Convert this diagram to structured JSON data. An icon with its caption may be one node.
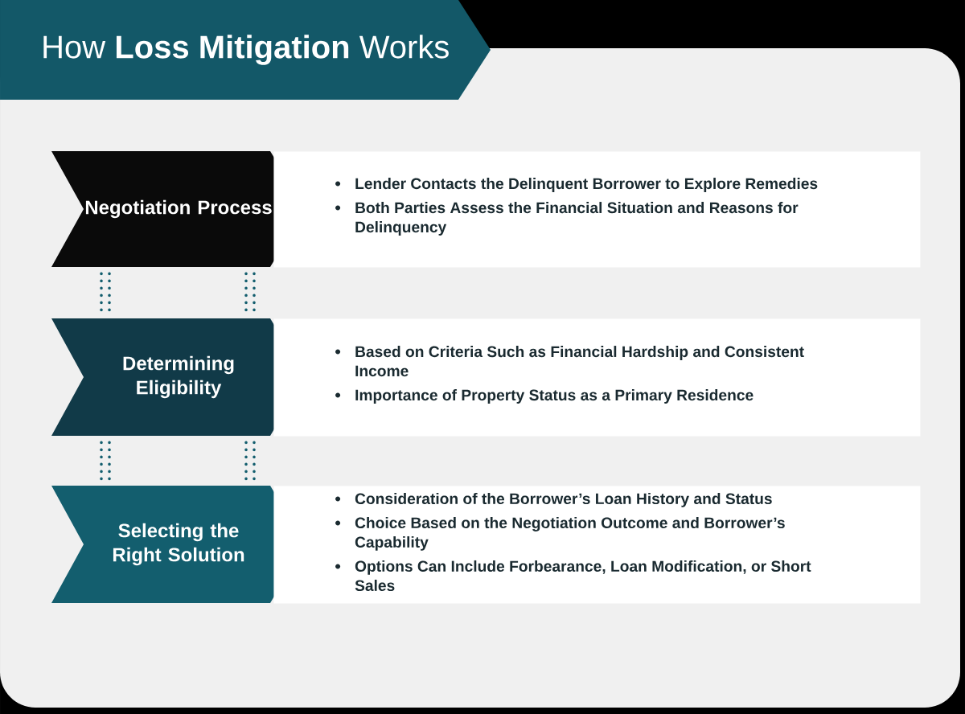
{
  "diagram": {
    "title": "How **Loss Mitigation** Works",
    "nodes": [
      {
        "text": [
          "Negotiation Process"
        ]
      },
      {
        "text": [
          "Lender Contacts the Delinquent Borrower to Explore Remedies",
          "Both Parties Assess the Financial Situation and Reasons for Delinquency"
        ]
      },
      {
        "text": [
          "Determining Eligibility"
        ]
      },
      {
        "text": [
          "Based on Criteria Such as Financial Hardship and Consistent Income",
          "Importance of Property Status as a Primary Residence"
        ]
      },
      {
        "text": [
          "Selecting the Right Solution"
        ]
      },
      {
        "text": [
          "Consideration of the Borrower’s Loan History and Status",
          "Choice Based on the Negotiation Outcome and Borrower’s Capability",
          "Options Can Include Forbearance, Loan Modification, or Short Sales"
        ]
      }
    ],
    "edges": [
      {
        "from": 0,
        "to": 2,
        "arrow": "none",
        "style": "dashed"
      },
      {
        "from": 2,
        "to": 4,
        "arrow": "none",
        "style": "dashed"
      }
    ]
  }
}
